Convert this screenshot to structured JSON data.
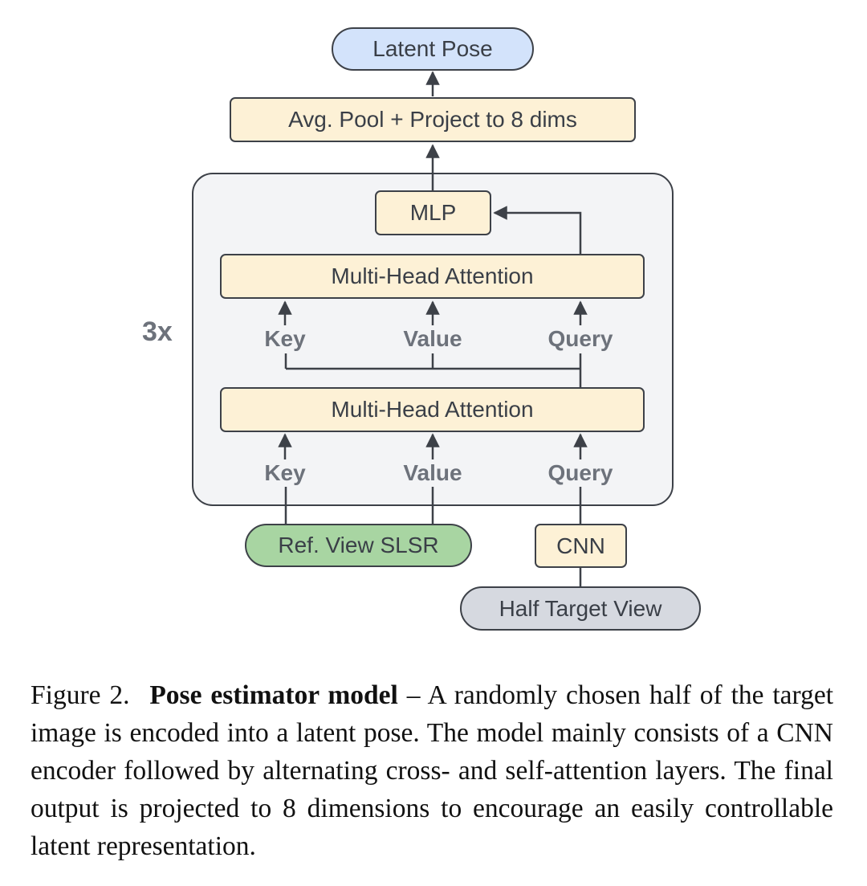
{
  "diagram": {
    "latent_pose": "Latent Pose",
    "avg_pool": "Avg. Pool + Project to 8 dims",
    "repeat": "3x",
    "mlp": "MLP",
    "attention_top": "Multi-Head Attention",
    "attention_bottom": "Multi-Head Attention",
    "top_inputs": {
      "key": "Key",
      "value": "Value",
      "query": "Query"
    },
    "bottom_inputs": {
      "key": "Key",
      "value": "Value",
      "query": "Query"
    },
    "ref_view": "Ref. View SLSR",
    "cnn": "CNN",
    "half_target": "Half Target View",
    "colors": {
      "latent_pose_fill": "#d3e3fb",
      "box_fill": "#fdf1d6",
      "ref_view_fill": "#a8d5a2",
      "half_target_fill": "#d6d9e0",
      "container_fill": "#f3f4f6",
      "stroke": "#3d4148",
      "label_text": "#6d727b"
    }
  },
  "caption": {
    "figure_number": "Figure 2.",
    "title": "Pose estimator model",
    "text": "– A randomly chosen half of the target image is encoded into a latent pose. The model mainly consists of a CNN encoder followed by alternating cross- and self-attention layers. The final output is projected to 8 dimensions to encourage an easily controllable latent representation."
  }
}
